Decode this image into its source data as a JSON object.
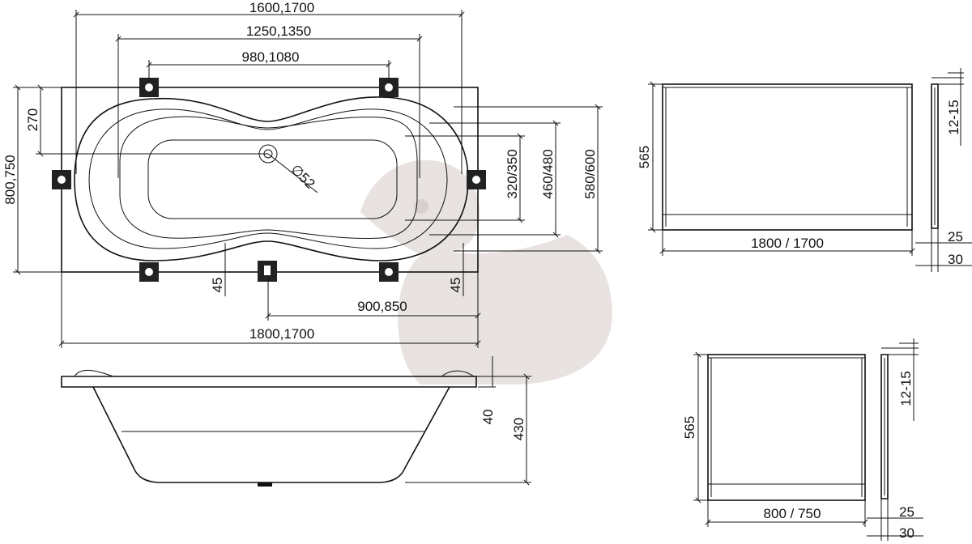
{
  "plan_view": {
    "dim_top_outer": "1600,1700",
    "dim_top_mid": "1250,1350",
    "dim_top_inner": "980,1080",
    "dim_left_width": "800,750",
    "dim_left_270": "270",
    "dim_drain": "∅52",
    "dim_320_350": "320/350",
    "dim_460_480": "460/480",
    "dim_580_600": "580/600",
    "dim_45_left": "45",
    "dim_45_right": "45",
    "dim_900_850": "900,850",
    "dim_bottom_length": "1800,1700"
  },
  "side_view": {
    "dim_40": "40",
    "dim_430": "430"
  },
  "long_panel": {
    "dim_height": "565",
    "dim_length": "1800 / 1700",
    "dim_thickness": "12-15",
    "dim_25": "25",
    "dim_30": "30"
  },
  "short_panel": {
    "dim_height": "565",
    "dim_length": "800 / 750",
    "dim_thickness": "12-15",
    "dim_25": "25",
    "dim_30": "30"
  },
  "colors": {
    "line": "#111111",
    "watermark": "#e8e2e0"
  }
}
